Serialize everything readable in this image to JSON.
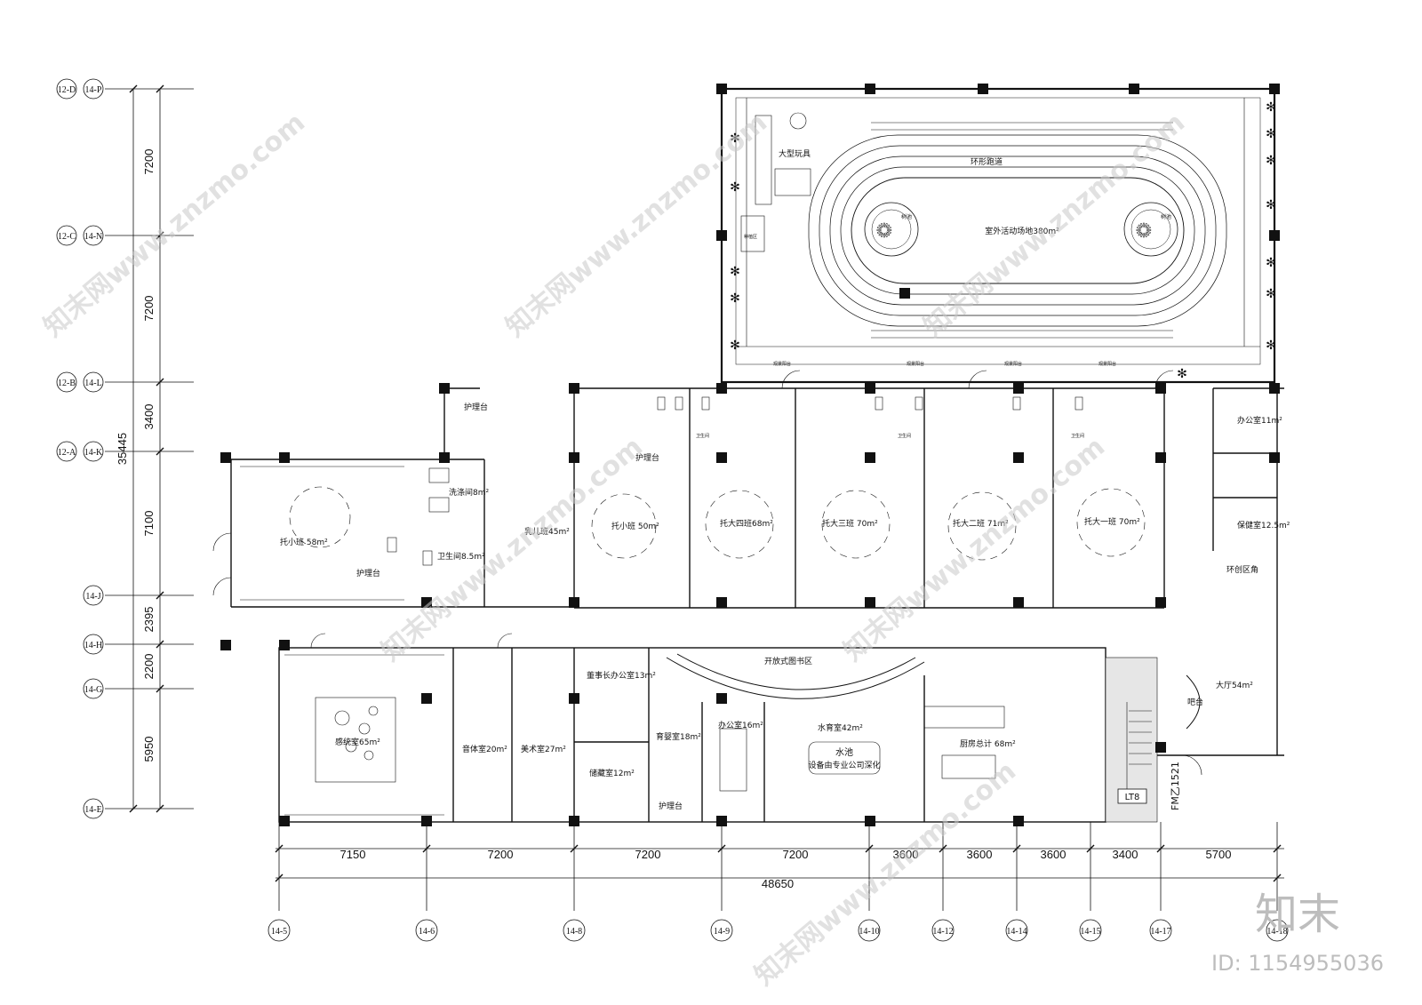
{
  "drawing": {
    "rooms": {
      "big_toys": "大型玩具",
      "track": "环形跑道",
      "outdoor": "室外活动场地380m²",
      "tree_label": "树池",
      "garden_label": "种植区",
      "nursing_top": "护理台",
      "wash": "洗涤间8m²",
      "toddler": "托小班 58m²",
      "nursing_left": "护理台",
      "wc_left": "卫生间8.5m²",
      "infant": "乳儿班45m²",
      "toddler2": "托小班 50m²",
      "nursing_mid": "护理台",
      "big4": "托大四班68m²",
      "big3": "托大三班 70m²",
      "big2": "托大二班 71m²",
      "big1": "托大一班 70m²",
      "office_r": "办公室11m²",
      "health": "保健室12.5m²",
      "creative": "环创区角",
      "library": "开放式图书区",
      "lobby": "大厅54m²",
      "bar": "吧台",
      "sensory": "感统室65m²",
      "music": "音体室20m²",
      "art": "美术室27m²",
      "chair_office": "董事长办公室13m²",
      "storage": "储藏室12m²",
      "nursery": "育婴室18m²",
      "nursing_bottom": "护理台",
      "office_16": "办公室16m²",
      "water": "水育室42m²",
      "pool": "水池",
      "pool_note": "设备由专业公司深化",
      "kitchen": "厨房总计 68m²",
      "balcony": "观景阳台",
      "wc_small": "卫生间"
    },
    "axes_left": [
      {
        "a": "12-D",
        "b": "14-P"
      },
      {
        "a": "12-C",
        "b": "14-N"
      },
      {
        "a": "12-B",
        "b": "14-L"
      },
      {
        "a": "12-A",
        "b": "14-K"
      },
      {
        "a": "",
        "b": "14-J"
      },
      {
        "a": "",
        "b": "14-H"
      },
      {
        "a": "",
        "b": "14-G"
      },
      {
        "a": "",
        "b": "14-E"
      }
    ],
    "dims_left": [
      "7200",
      "7200",
      "3400",
      "7100",
      "2395",
      "2200",
      "5950"
    ],
    "dim_left_total": "35445",
    "axes_bottom": [
      "14-5",
      "14-6",
      "14-8",
      "14-9",
      "14-10",
      "14-12",
      "14-14",
      "14-15",
      "14-17",
      "14-18"
    ],
    "dims_bottom": [
      "7150",
      "7200",
      "7200",
      "7200",
      "3600",
      "3600",
      "3600",
      "3400",
      "5700"
    ],
    "dim_bottom_total": "48650",
    "stair_label": "LT8",
    "door_tag": "FM乙1521"
  },
  "watermark": {
    "brand": "知末",
    "id": "ID: 1154955036",
    "site": "知末网www.znzmo.com"
  }
}
